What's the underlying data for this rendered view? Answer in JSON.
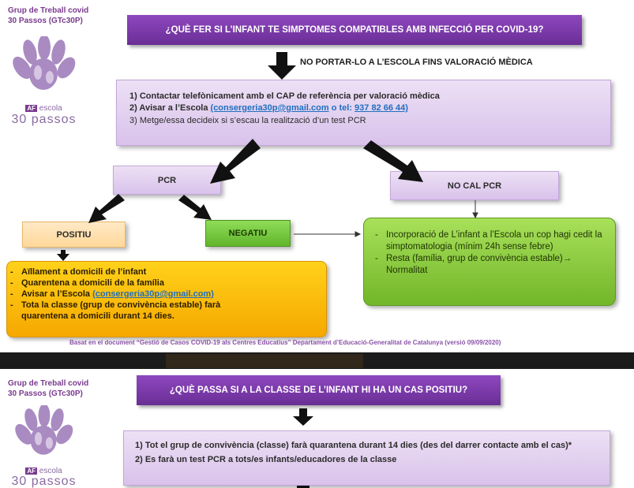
{
  "group": {
    "line1": "Grup de Treball covid",
    "line2": "30 Passos (GTc30P)"
  },
  "logo": {
    "af": "AF",
    "escola": "escola",
    "passos": "30 passos"
  },
  "slide1": {
    "title": "¿QUÈ FER SI L’INFANT TE SIMPTOMES COMPATIBLES AMB INFECCIÓ PER COVID-19?",
    "arrow_label": "NO PORTAR-LO A L’ESCOLA FINS VALORACIÓ MÈDICA",
    "steps": {
      "s1": "1)  Contactar telefònicament amb el CAP de referència per valoració mèdica",
      "s2_pre": "2)  Avisar a l’Escola ",
      "s2_email": "(consergeria30p@gmail.com",
      "s2_mid": " o  tel: ",
      "s2_tel": "937 82 66 44)",
      "s3": "3) Metge/essa decideix si s’escau la realització d’un test PCR"
    },
    "pcr": "PCR",
    "no_pcr": "NO CAL PCR",
    "positiu": "POSITIU",
    "negatiu": "NEGATIU",
    "positive_list": {
      "i1": "Aïllament a domicili de l’infant",
      "i2": "Quarentena a domicili de la família",
      "i3_pre": "Avisar a l’Escola ",
      "i3_email": "(consergeria30p@gmail.com)",
      "i4": "Tota la classe (grup de convivència estable) farà quarentena a domicili durant  14 dies."
    },
    "green_list": {
      "i1": "Incorporació de L’infant a l’Escola un cop hagi cedit la simptomatologia (mínim 24h sense febre)",
      "i2": "Resta (família, grup de convivència estable)→ Normalitat"
    },
    "dash": "-",
    "footer": "Basat en el document “Gestió de Casos COVID-19 als Centres Educatius” Departament d’Educació-Generalitat de  Catalunya (versió 09/09/2020)"
  },
  "slide2": {
    "title": "¿QUÈ PASSA SI A LA CLASSE DE L’INFANT HI HA UN CAS POSITIU?",
    "s1": "1)  Tot el grup de convivència (classe) farà quarantena durant 14 dies (des del darrer contacte amb el cas)*",
    "s2": "2)  Es farà un test PCR a tots/es infants/educadores de la classe"
  },
  "colors": {
    "purple": "#7a3b8f",
    "orange": "#f6a800",
    "green": "#8ccc3c",
    "lavender": "#e3d2f0",
    "link": "#1f6fbf"
  }
}
